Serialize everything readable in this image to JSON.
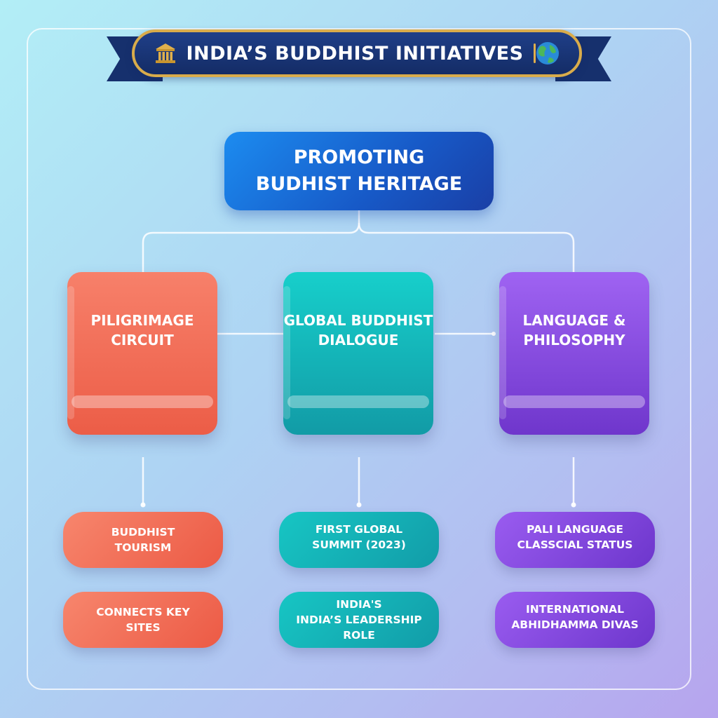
{
  "banner": {
    "title": "INDIA’S BUDDHIST INITIATIVES",
    "left_icon": "temple-icon",
    "right_icon": "globe-icon"
  },
  "root": {
    "line1": "PROMOTING",
    "line2": "BUDHIST HERITAGE"
  },
  "categories": [
    {
      "line1": "PILIGRIMAGE",
      "line2": "CIRCUIT"
    },
    {
      "line1": "GLOBAL BUDDHIST",
      "line2": "DIALOGUE"
    },
    {
      "line1": "LANGUAGE &",
      "line2": "PHILOSOPHY"
    }
  ],
  "items": {
    "pilgrimage": [
      {
        "line1": "BUDDHIST",
        "line2": "TOURISM"
      },
      {
        "line1": "CONNECTS KEY",
        "line2": "SITES"
      }
    ],
    "dialogue": [
      {
        "line1": "FIRST GLOBAL",
        "line2": "SUMMIT (2023)"
      },
      {
        "line1": "INDIA'S",
        "line2": "INDIA’S LEADERSHIP",
        "line3": "ROLE"
      }
    ],
    "language": [
      {
        "line1": "PALI LANGUAGE",
        "line2": "CLASSCIAL STATUS"
      },
      {
        "line1": "INTERNATIONAL",
        "line2": "ABHIDHAMMA DIVAS"
      }
    ]
  },
  "colors": {
    "banner": "#16306d",
    "banner_border": "#d9ac4b",
    "root": "#1759c7",
    "orange": "#ec5d47",
    "teal": "#129ba6",
    "purple": "#6f36cc"
  }
}
